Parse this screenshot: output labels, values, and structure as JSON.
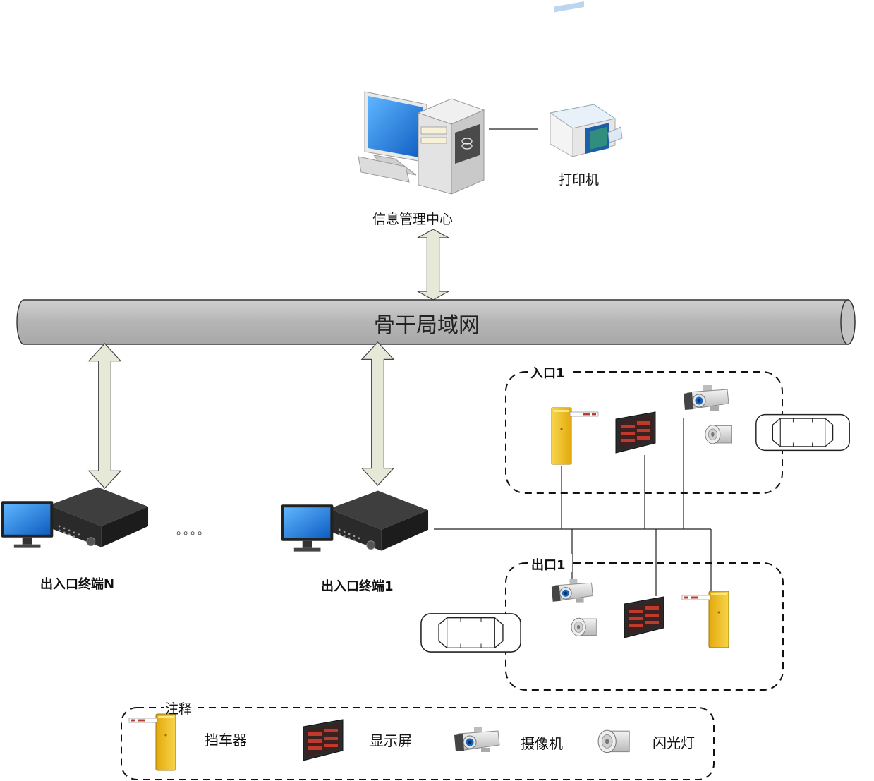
{
  "center": {
    "label": "信息管理中心"
  },
  "printer": {
    "label": "打印机"
  },
  "backbone": {
    "label": "骨干局域网"
  },
  "terminals": [
    {
      "label": "出入口终端N"
    },
    {
      "label": "出入口终端1"
    }
  ],
  "ellipsis": "。。。。",
  "entrance": {
    "label": "入口1"
  },
  "exit": {
    "label": "出口1"
  },
  "legend": {
    "title": "注释",
    "items": [
      {
        "label": "挡车器",
        "icon": "barrier-gate-icon"
      },
      {
        "label": "显示屏",
        "icon": "led-display-icon"
      },
      {
        "label": "摄像机",
        "icon": "camera-icon"
      },
      {
        "label": "闪光灯",
        "icon": "flash-light-icon"
      }
    ]
  },
  "colors": {
    "backbone": "#b9b9b9",
    "arrow_fill": "#e6e8d8",
    "barrier": "#f2c21b",
    "screen_blue": "#1e88e5",
    "display_led": "#c0392b"
  }
}
